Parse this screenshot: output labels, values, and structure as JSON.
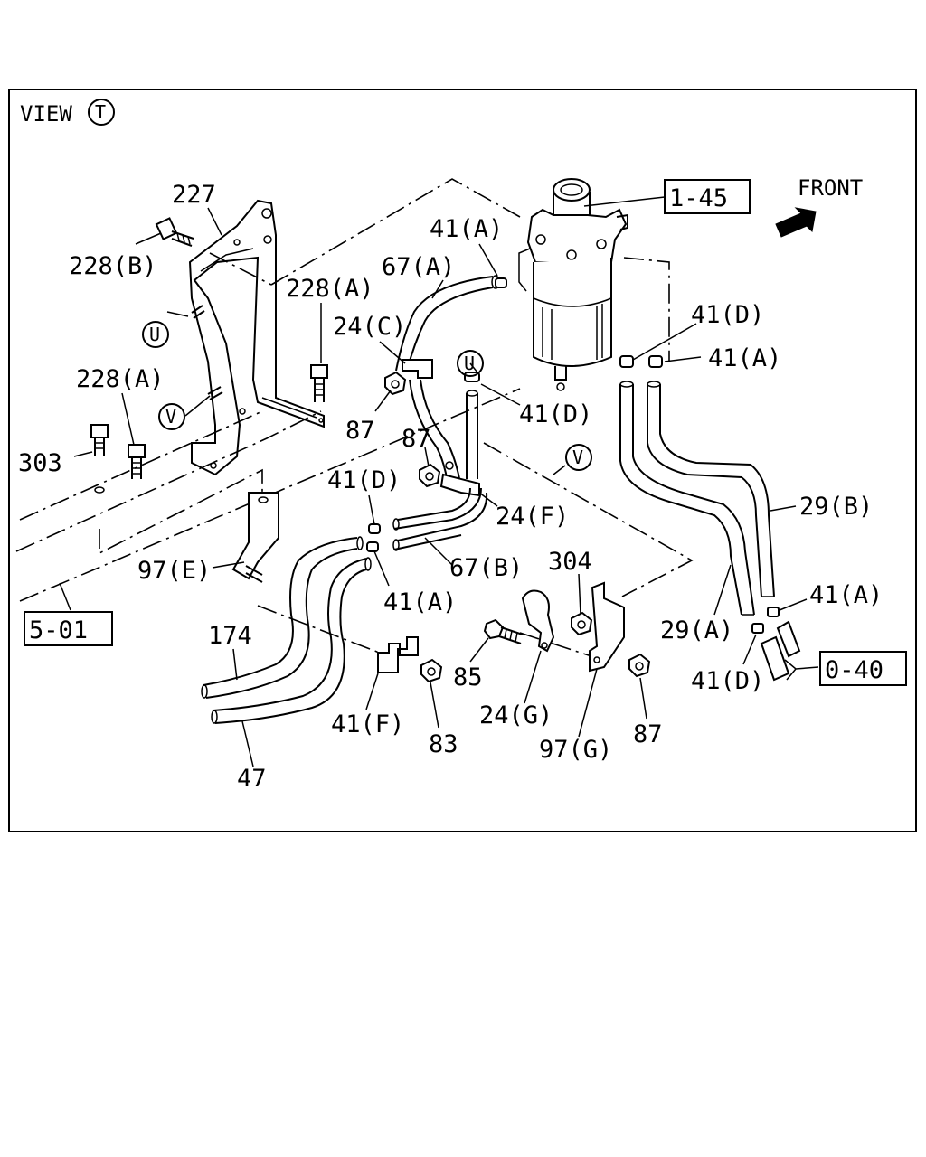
{
  "view": {
    "word": "VIEW",
    "marker": "T"
  },
  "front": {
    "label": "FRONT"
  },
  "ref_boxes": {
    "r145": "1-45",
    "r501": "5-01",
    "r040": "0-40"
  },
  "circle_markers": {
    "u1": "U",
    "u2": "U",
    "v1": "V",
    "v2": "V"
  },
  "labels": {
    "p227": "227",
    "p228b": "228(B)",
    "p228a_1": "228(A)",
    "p228a_2": "228(A)",
    "p303": "303",
    "p41a_1": "41(A)",
    "p67a": "67(A)",
    "p24c": "24(C)",
    "p87_1": "87",
    "p87_2": "87",
    "p87_3": "87",
    "p41d_1": "41(D)",
    "p41d_2": "41(D)",
    "p41d_3": "41(D)",
    "p41d_4": "41(D)",
    "p41a_2": "41(A)",
    "p41a_3": "41(A)",
    "p41a_4": "41(A)",
    "p24f": "24(F)",
    "p67b": "67(B)",
    "p29b": "29(B)",
    "p29a": "29(A)",
    "p97e": "97(E)",
    "p174": "174",
    "p47": "47",
    "p41f": "41(F)",
    "p83": "83",
    "p85": "85",
    "p24g": "24(G)",
    "p304": "304",
    "p97g": "97(G)"
  }
}
